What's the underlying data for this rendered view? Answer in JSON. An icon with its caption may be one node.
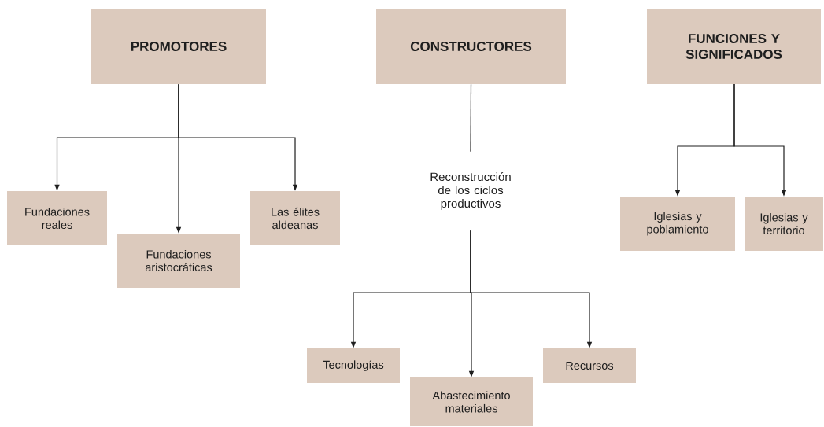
{
  "diagram": {
    "nodes": [
      {
        "text": [
          "PROMOTORES"
        ]
      },
      {
        "text": [
          "Fundaciones reales"
        ]
      },
      {
        "text": [
          "Fundaciones aristocráticas"
        ]
      },
      {
        "text": [
          "Las élites aldeanas"
        ]
      },
      {
        "text": [
          "CONSTRUCTORES"
        ]
      },
      {
        "text": [
          "Reconstrucción de los ciclos productivos"
        ]
      },
      {
        "text": [
          "Tecnologías"
        ]
      },
      {
        "text": [
          "Abastecimiento materiales"
        ]
      },
      {
        "text": [
          "Recursos"
        ]
      },
      {
        "text": [
          "FUNCIONES Y SIGNIFICADOS"
        ]
      },
      {
        "text": [
          "Iglesias y poblamiento"
        ]
      },
      {
        "text": [
          "Iglesias y territorio"
        ]
      }
    ],
    "edges": [
      {
        "from": 0,
        "to": 1,
        "arrow": "to"
      },
      {
        "from": 0,
        "to": 2,
        "arrow": "to"
      },
      {
        "from": 0,
        "to": 3,
        "arrow": "to"
      },
      {
        "from": 4,
        "to": 5,
        "arrow": "none"
      },
      {
        "from": 5,
        "to": 6,
        "arrow": "to"
      },
      {
        "from": 5,
        "to": 7,
        "arrow": "to"
      },
      {
        "from": 5,
        "to": 8,
        "arrow": "to"
      },
      {
        "from": 9,
        "to": 10,
        "arrow": "to"
      },
      {
        "from": 9,
        "to": 11,
        "arrow": "to"
      }
    ]
  }
}
